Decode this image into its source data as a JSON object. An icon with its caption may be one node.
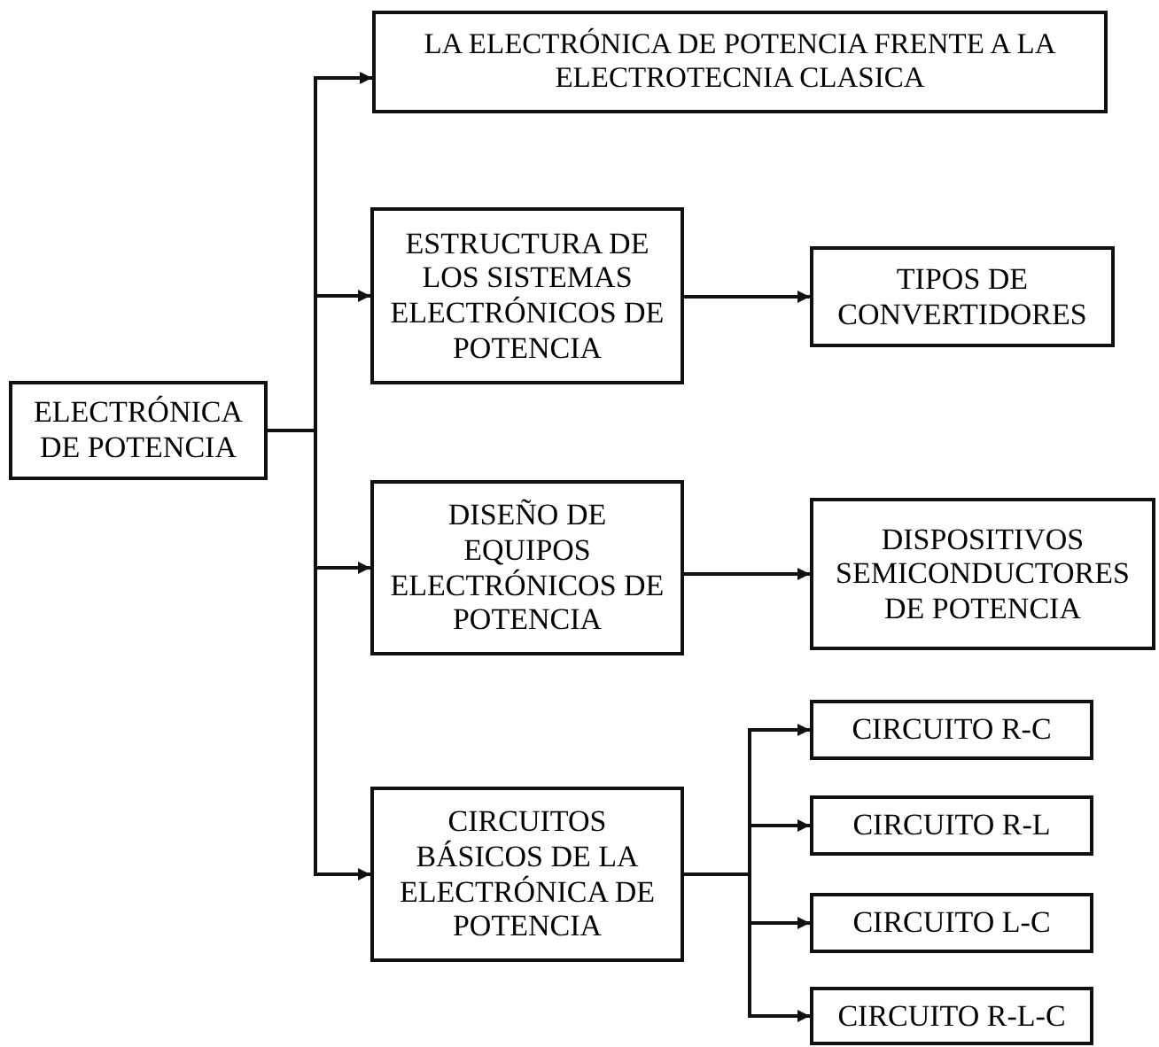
{
  "diagram": {
    "nodes": [
      {
        "text": [
          "ELECTRÓNICA DE POTENCIA"
        ]
      },
      {
        "text": [
          "LA ELECTRÓNICA DE POTENCIA FRENTE A LA ELECTROTECNIA CLASICA"
        ]
      },
      {
        "text": [
          "ESTRUCTURA DE LOS SISTEMAS ELECTRÓNICOS DE POTENCIA"
        ]
      },
      {
        "text": [
          "TIPOS DE CONVERTIDORES"
        ]
      },
      {
        "text": [
          "DISEÑO DE EQUIPOS ELECTRÓNICOS DE POTENCIA"
        ]
      },
      {
        "text": [
          "DISPOSITIVOS SEMICONDUCTORES DE POTENCIA"
        ]
      },
      {
        "text": [
          "CIRCUITOS BÁSICOS DE LA ELECTRÓNICA DE POTENCIA"
        ]
      },
      {
        "text": [
          "CIRCUITO R-C"
        ]
      },
      {
        "text": [
          "CIRCUITO R-L"
        ]
      },
      {
        "text": [
          "CIRCUITO L-C"
        ]
      },
      {
        "text": [
          "CIRCUITO R-L-C"
        ]
      }
    ],
    "edges": [
      {
        "from": 0,
        "to": 1,
        "arrow": "to"
      },
      {
        "from": 0,
        "to": 2,
        "arrow": "to"
      },
      {
        "from": 0,
        "to": 4,
        "arrow": "to"
      },
      {
        "from": 0,
        "to": 6,
        "arrow": "to"
      },
      {
        "from": 2,
        "to": 3,
        "arrow": "to"
      },
      {
        "from": 4,
        "to": 5,
        "arrow": "to"
      },
      {
        "from": 6,
        "to": 7,
        "arrow": "to"
      },
      {
        "from": 6,
        "to": 8,
        "arrow": "to"
      },
      {
        "from": 6,
        "to": 9,
        "arrow": "to"
      },
      {
        "from": 6,
        "to": 10,
        "arrow": "to"
      }
    ]
  }
}
